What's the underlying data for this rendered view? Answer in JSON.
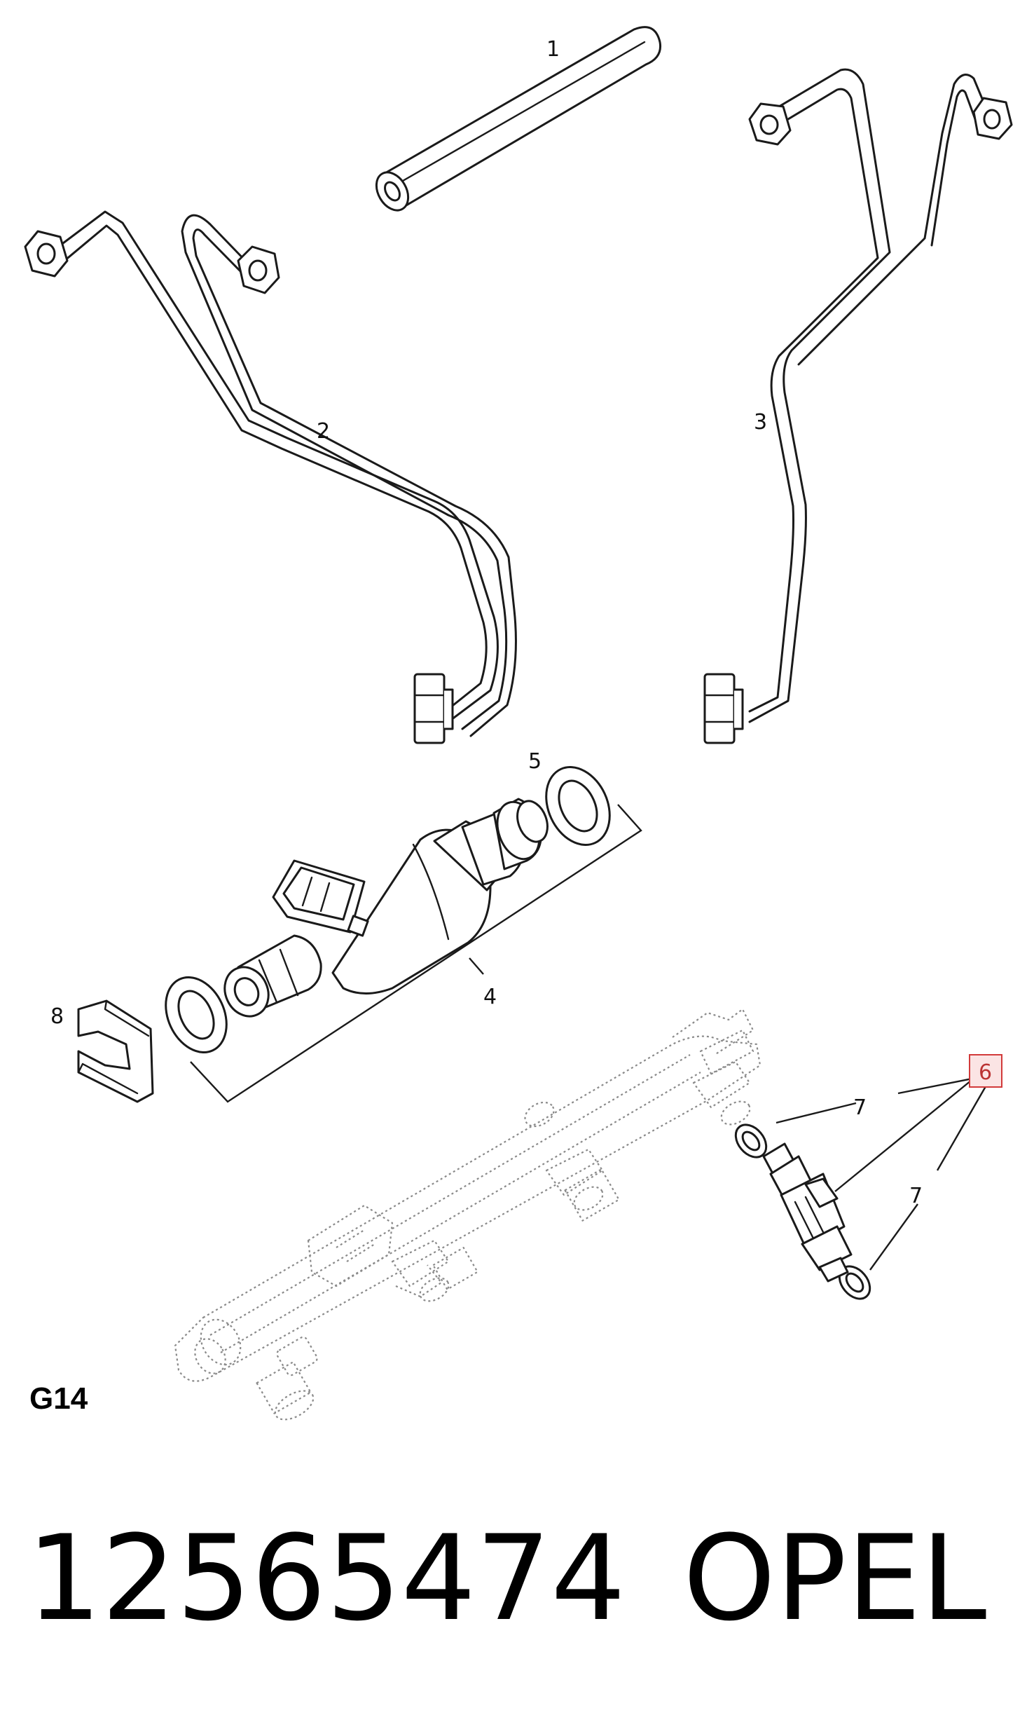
{
  "figure": {
    "section_code": "G14",
    "part_number": "12565474",
    "brand": "OPEL",
    "highlighted_callout": "6",
    "highlight_color": "#d23a3a"
  },
  "callouts": [
    {
      "id": "c1",
      "label": "1"
    },
    {
      "id": "c2",
      "label": "2"
    },
    {
      "id": "c3",
      "label": "3"
    },
    {
      "id": "c4",
      "label": "4"
    },
    {
      "id": "c5",
      "label": "5"
    },
    {
      "id": "c6",
      "label": "6"
    },
    {
      "id": "c7a",
      "label": "7"
    },
    {
      "id": "c7b",
      "label": "7"
    },
    {
      "id": "c8",
      "label": "8"
    }
  ]
}
